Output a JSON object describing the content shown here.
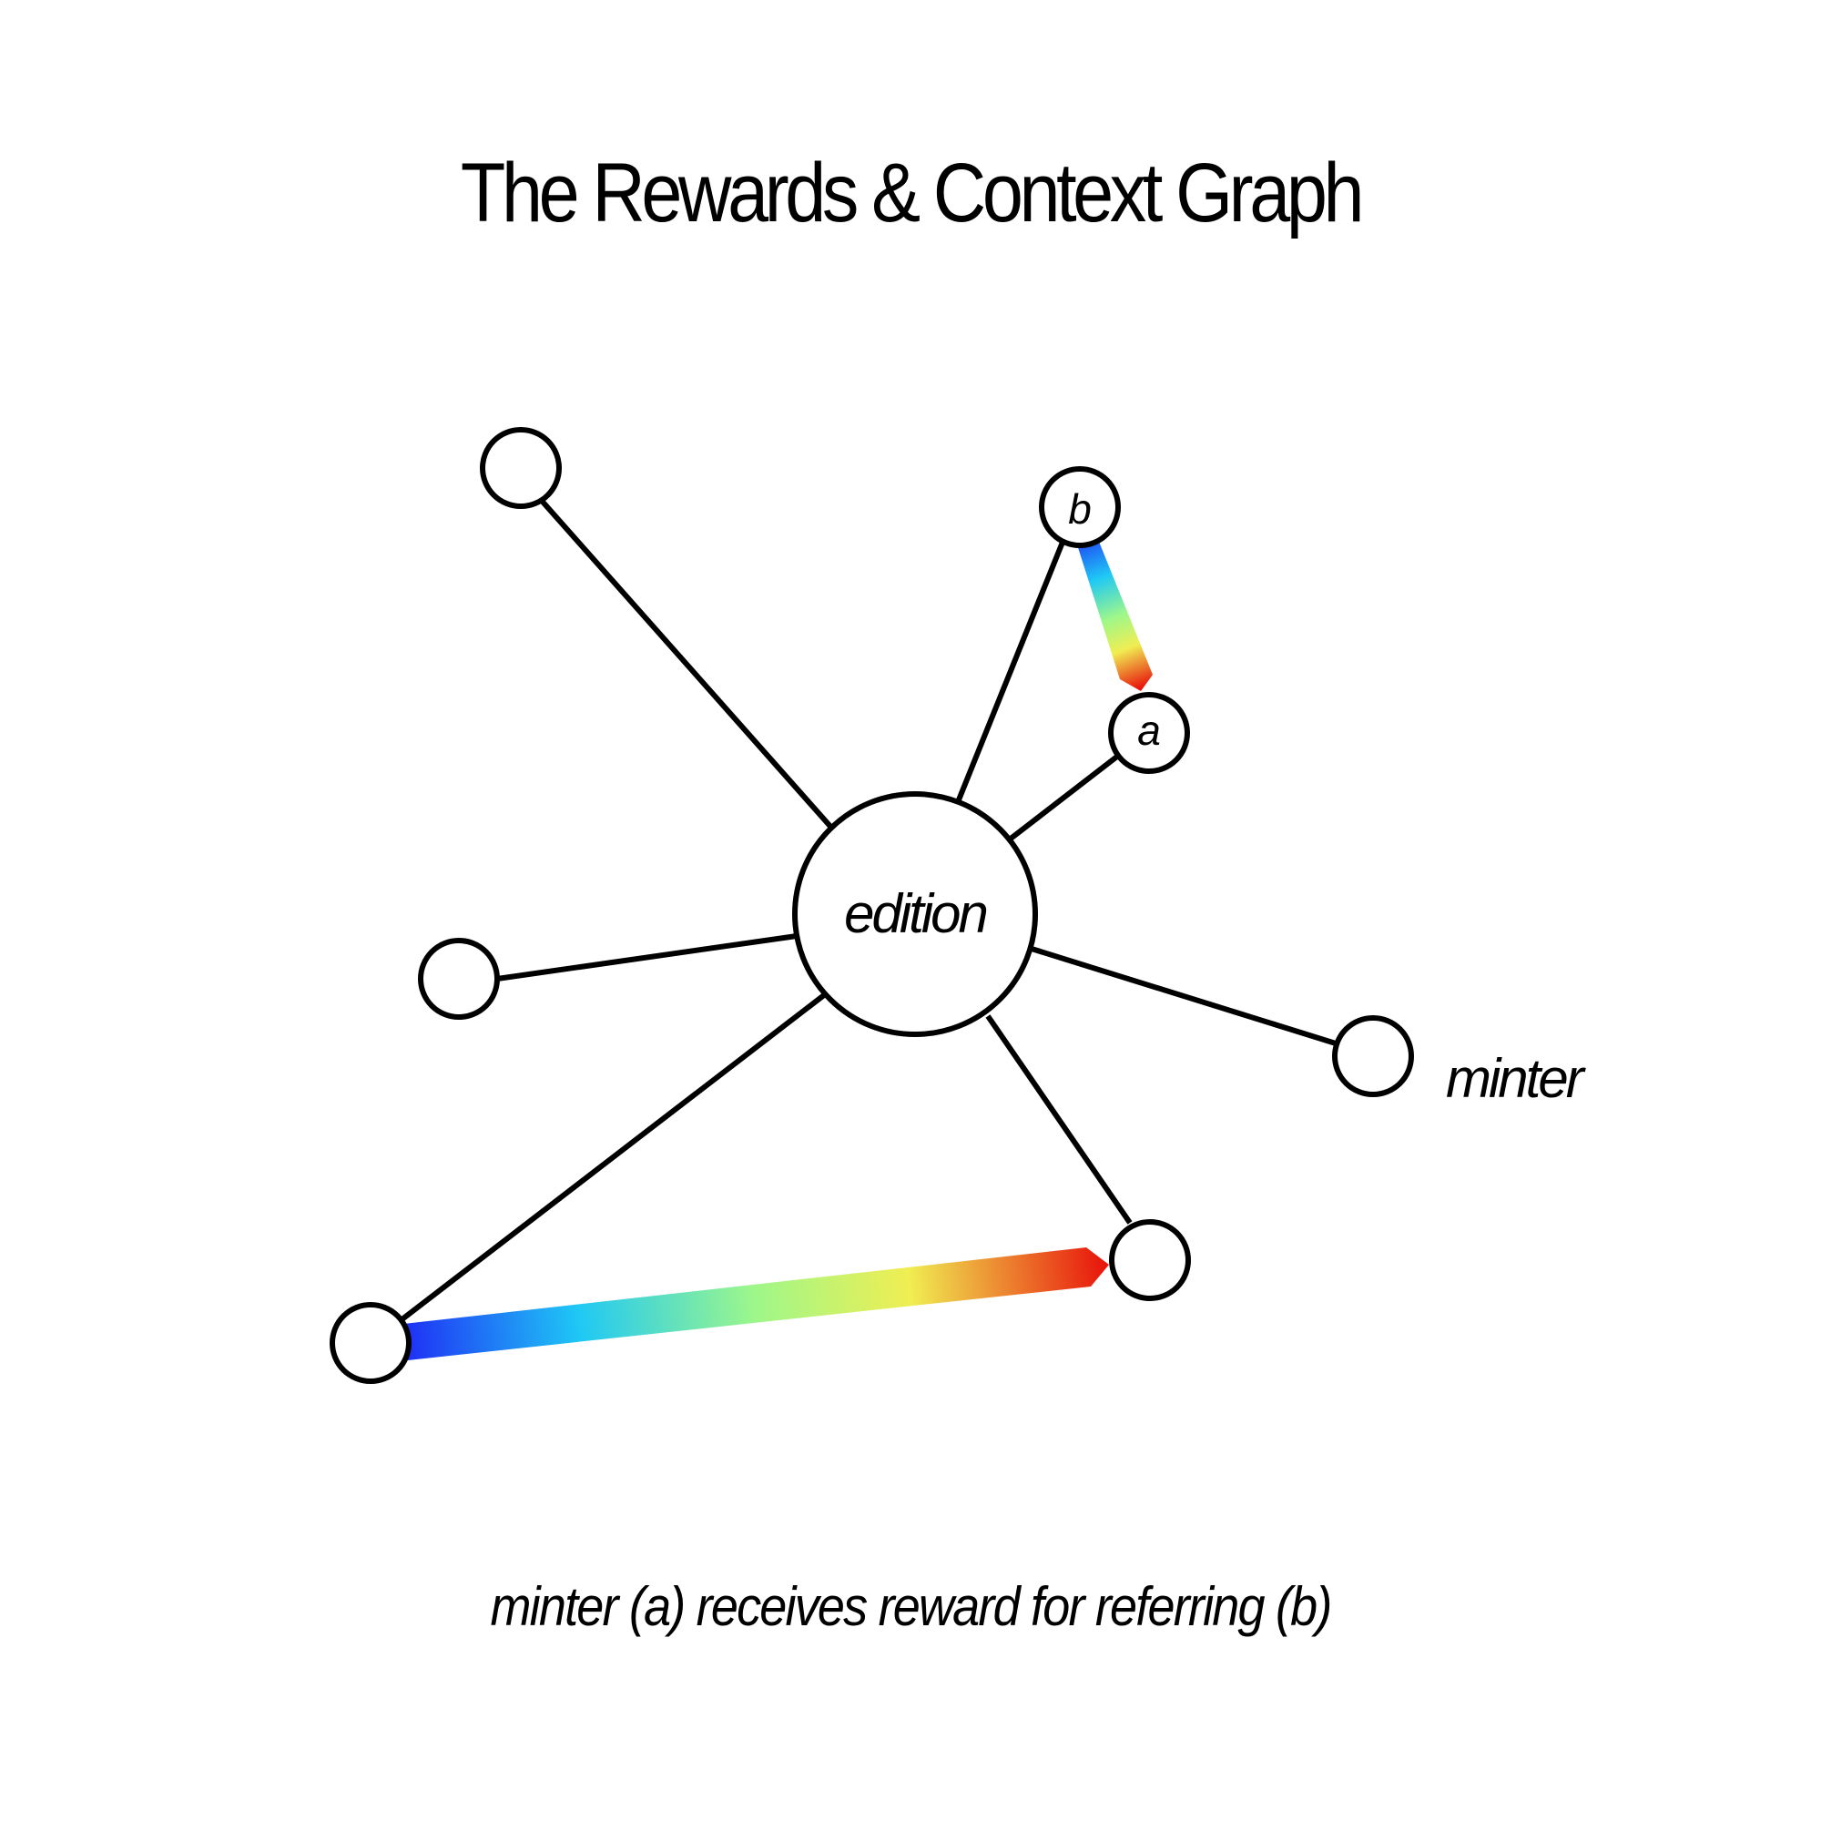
{
  "title": "The Rewards & Context Graph",
  "caption": "minter (a) receives reward for referring (b)",
  "labels": {
    "center": "edition",
    "node_b": "b",
    "node_a": "a",
    "minter": "minter"
  },
  "colors": {
    "stroke": "#000000",
    "gradient_start": "#1f2ef5",
    "gradient_mid1": "#1fc8f5",
    "gradient_mid2": "#9ef78a",
    "gradient_mid3": "#f0ee52",
    "gradient_end": "#e8140c"
  }
}
